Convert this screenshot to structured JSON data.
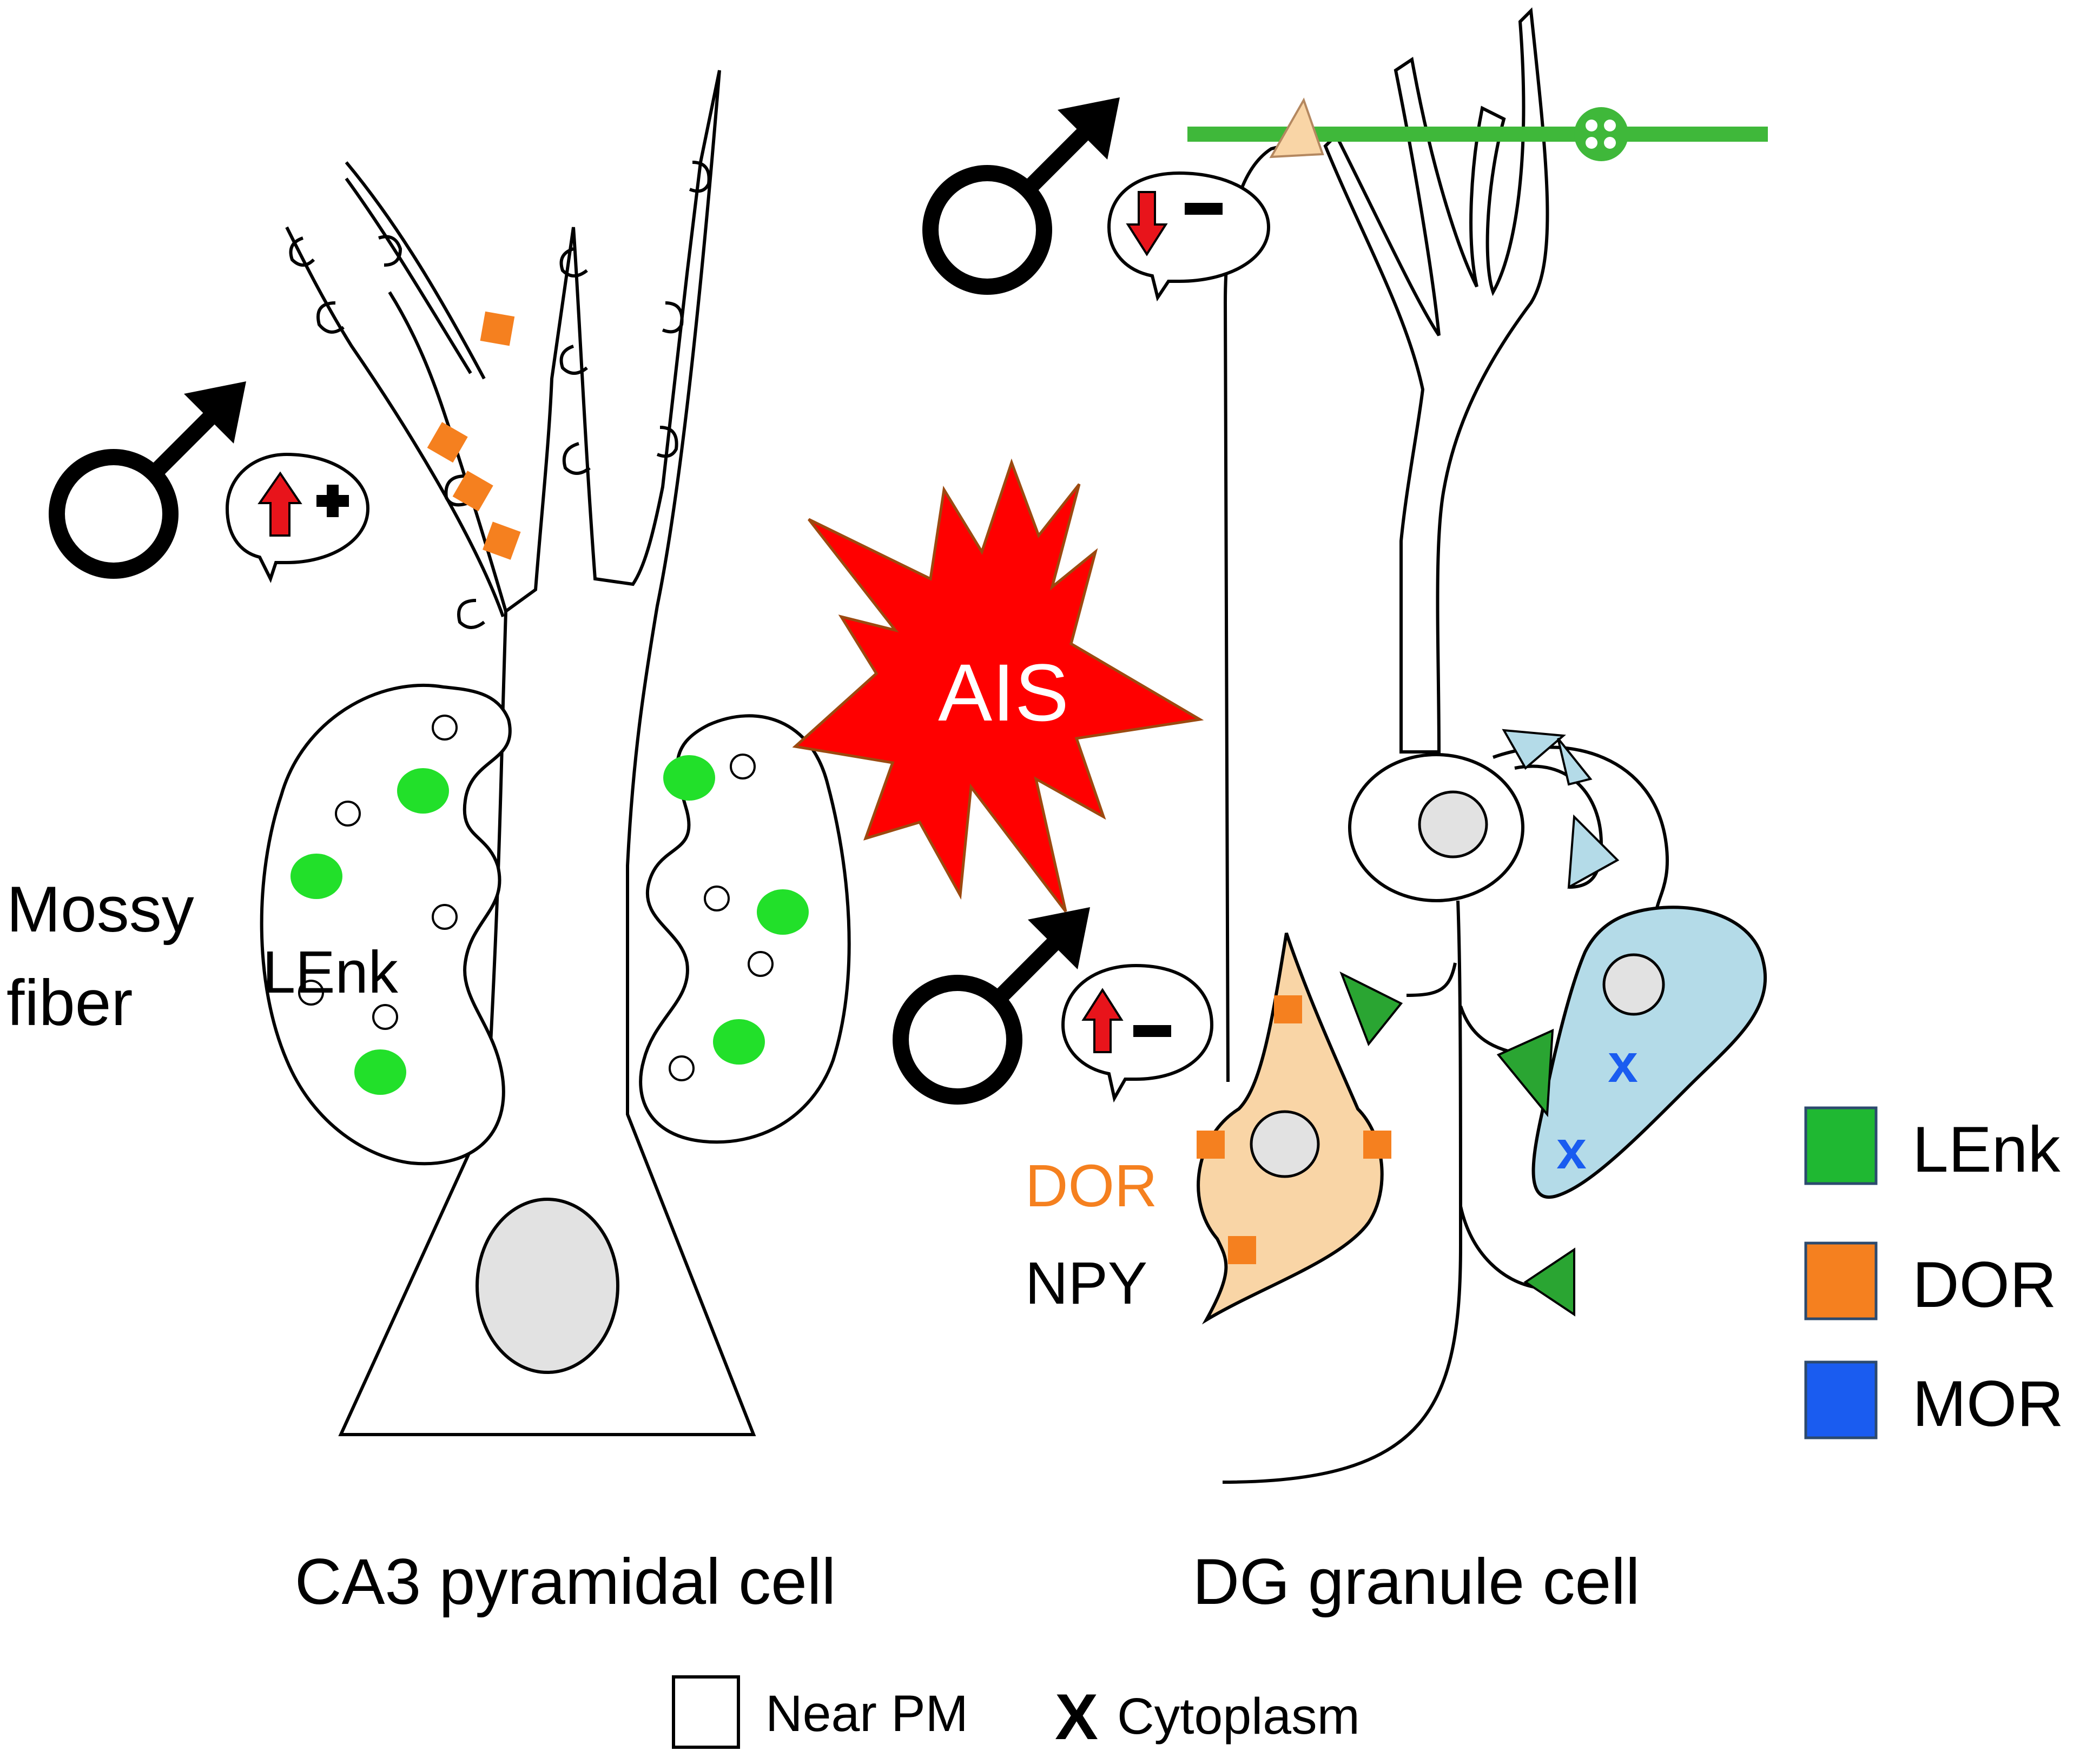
{
  "labels": {
    "mossy_fiber_line1": "Mossy",
    "mossy_fiber_line2": "fiber",
    "lenk_inside": "LEnk",
    "ais": "AIS",
    "dor_cell": "DOR",
    "npy_cell": "NPY",
    "ca3_title": "CA3 pyramidal cell",
    "dg_title": "DG granule cell",
    "cytoplasm_mark": "x"
  },
  "legend": {
    "items": [
      {
        "label": "LEnk",
        "color": "#1fb832"
      },
      {
        "label": "DOR",
        "color": "#f5801f"
      },
      {
        "label": "MOR",
        "color": "#1a5cf0"
      }
    ],
    "near_pm": "Near PM",
    "cytoplasm_symbol": "X",
    "cytoplasm": "Cytoplasm"
  },
  "colors": {
    "lenk_dot": "#22e02a",
    "dor_square": "#f5801f",
    "npy_cell_fill": "#f9d5a6",
    "mor_cell_fill": "#b4dbe8",
    "ais_star": "#ff0000",
    "ais_border": "#9c4a10",
    "arrow_red": "#e8141b",
    "perforant_path": "#3fb83a",
    "nucleus": "#e2e2e2",
    "mor_x": "#1a5cf0"
  },
  "annotations": [
    {
      "symbol": "male-symbol",
      "arrow": "up",
      "sign": "+"
    },
    {
      "symbol": "male-symbol",
      "arrow": "down",
      "sign": "−"
    },
    {
      "symbol": "male-symbol",
      "arrow": "up",
      "sign": "−"
    }
  ]
}
